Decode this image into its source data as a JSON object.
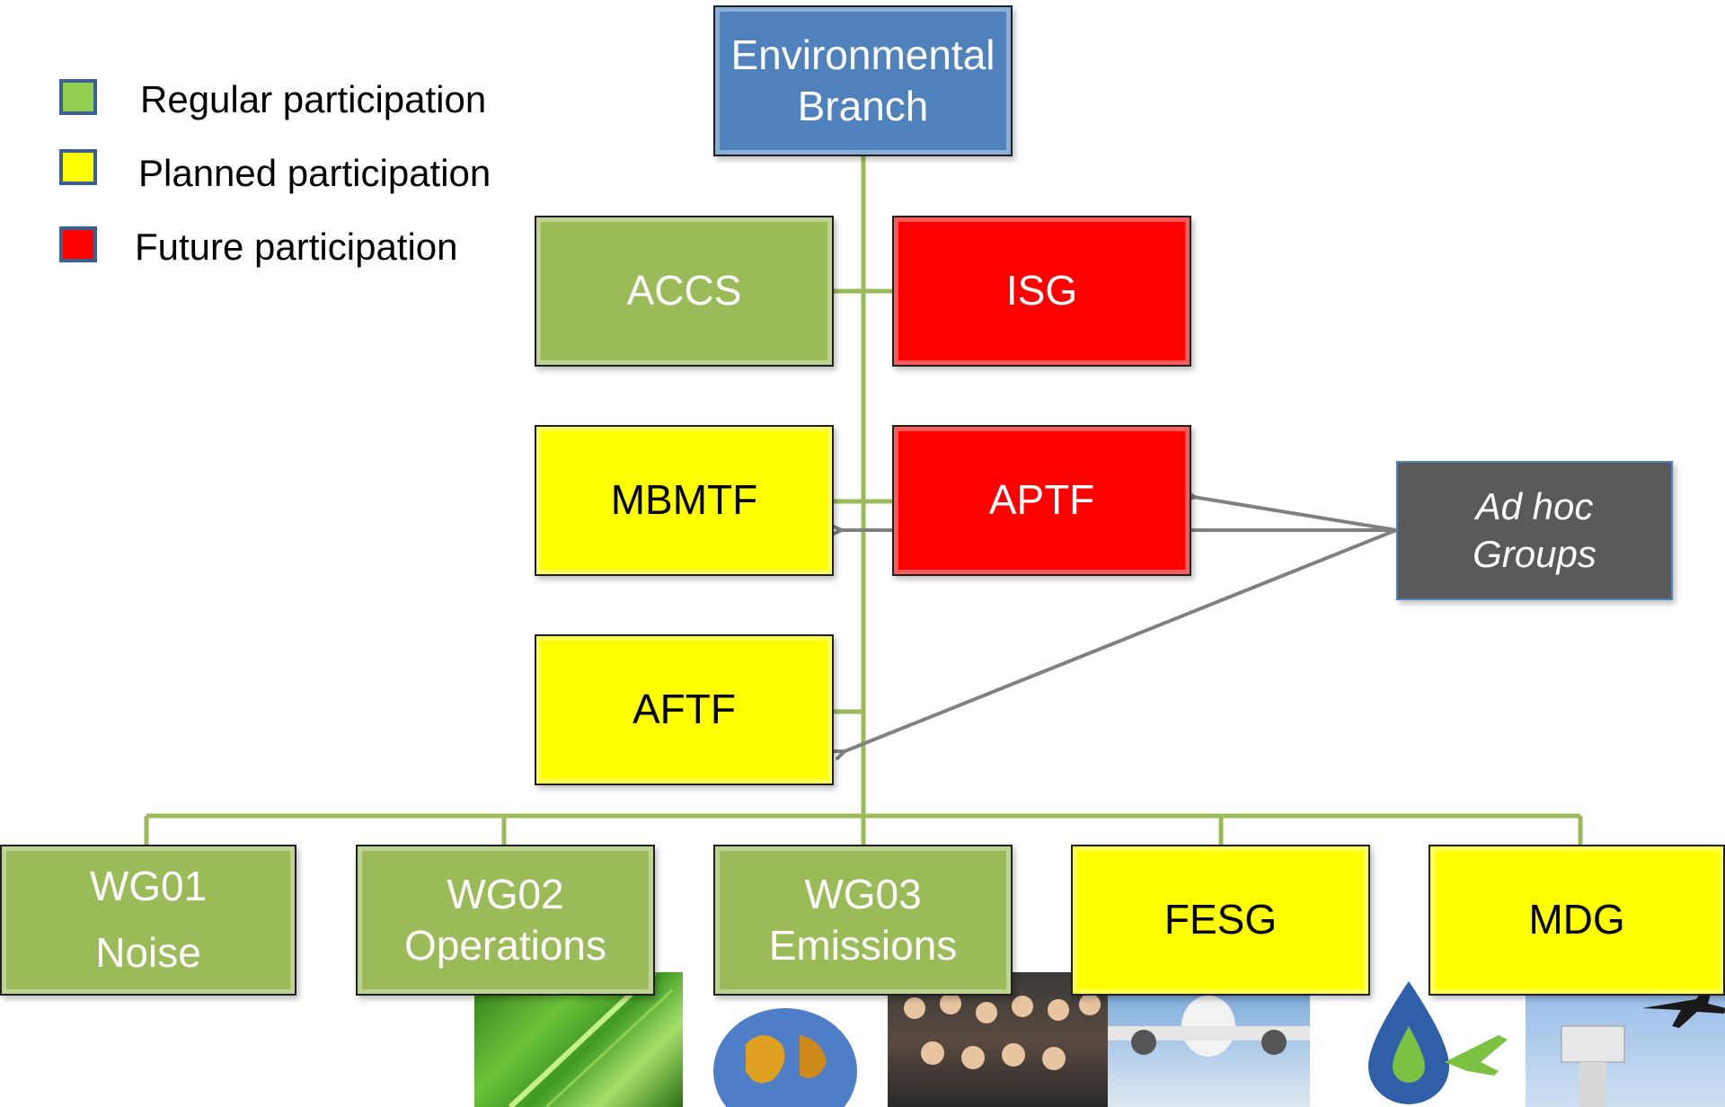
{
  "legend": [
    {
      "label": "Regular participation",
      "color": "#92d050"
    },
    {
      "label": "Planned participation",
      "color": "#ffff00"
    },
    {
      "label": "Future participation",
      "color": "#ff0000"
    }
  ],
  "nodes": {
    "root": {
      "line1": "Environmental",
      "line2": "Branch",
      "color": "#4f81bd"
    },
    "accs": {
      "label": "ACCS",
      "color": "#9bbb59"
    },
    "isg": {
      "label": "ISG",
      "color": "#ff0000"
    },
    "mbmtf": {
      "label": "MBMTF",
      "color": "#ffff00"
    },
    "aptf": {
      "label": "APTF",
      "color": "#ff0000"
    },
    "aftf": {
      "label": "AFTF",
      "color": "#ffff00"
    },
    "adhoc": {
      "line1": "Ad hoc",
      "line2": "Groups",
      "color": "#595959"
    },
    "wg01": {
      "line1": "WG01",
      "line2": "Noise",
      "color": "#9bbb59"
    },
    "wg02": {
      "line1": "WG02",
      "line2": "Operations",
      "color": "#9bbb59"
    },
    "wg03": {
      "line1": "WG03",
      "line2": "Emissions",
      "color": "#9bbb59"
    },
    "fesg": {
      "label": "FESG",
      "color": "#ffff00"
    },
    "mdg": {
      "label": "MDG",
      "color": "#ffff00"
    }
  },
  "connector_color": "#9bbb59",
  "arrow_color": "#808080",
  "photos": [
    "leaf-photo",
    "world-hands-photo",
    "group-people-photo",
    "airplane-clouds-photo",
    "drop-plane-logo",
    "control-tower-photo"
  ]
}
